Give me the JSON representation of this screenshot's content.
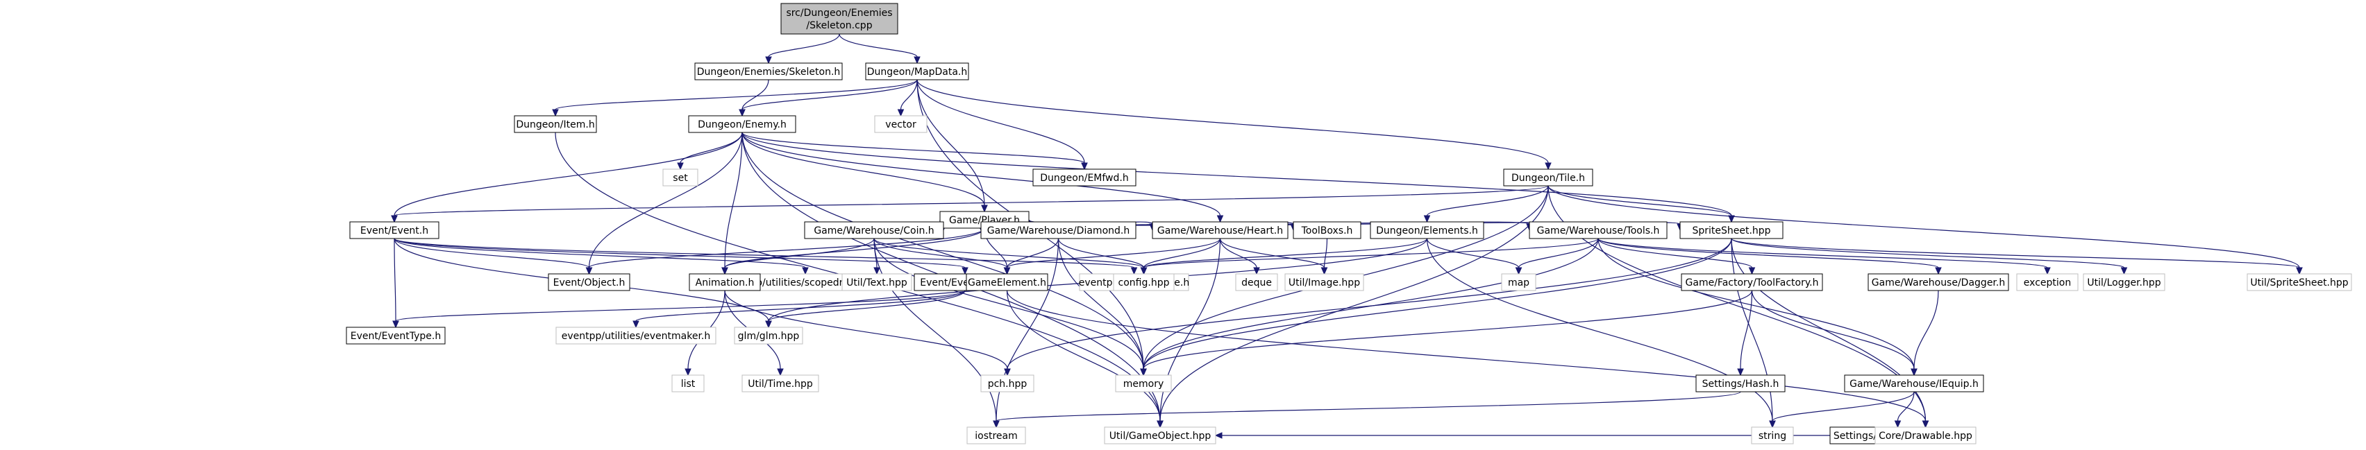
{
  "diagram": {
    "nodes": [
      {
        "id": "skeleton_cpp",
        "lines": [
          "src/Dungeon/Enemies",
          "/Skeleton.cpp"
        ],
        "style": "root"
      },
      {
        "id": "skeleton_h",
        "lines": [
          "Dungeon/Enemies/Skeleton.h"
        ],
        "style": "doc"
      },
      {
        "id": "mapdata_h",
        "lines": [
          "Dungeon/MapData.h"
        ],
        "style": "doc"
      },
      {
        "id": "item_h",
        "lines": [
          "Dungeon/Item.h"
        ],
        "style": "doc"
      },
      {
        "id": "enemy_h",
        "lines": [
          "Dungeon/Enemy.h"
        ],
        "style": "doc"
      },
      {
        "id": "vector",
        "lines": [
          "vector"
        ],
        "style": "ext"
      },
      {
        "id": "set",
        "lines": [
          "set"
        ],
        "style": "ext"
      },
      {
        "id": "emfwd_h",
        "lines": [
          "Dungeon/EMfwd.h"
        ],
        "style": "doc"
      },
      {
        "id": "tile_h",
        "lines": [
          "Dungeon/Tile.h"
        ],
        "style": "doc"
      },
      {
        "id": "player_h",
        "lines": [
          "Game/Player.h"
        ],
        "style": "doc"
      },
      {
        "id": "event_h",
        "lines": [
          "Event/Event.h"
        ],
        "style": "doc"
      },
      {
        "id": "coin_h",
        "lines": [
          "Game/Warehouse/Coin.h"
        ],
        "style": "doc"
      },
      {
        "id": "diamond_h",
        "lines": [
          "Game/Warehouse/Diamond.h"
        ],
        "style": "doc"
      },
      {
        "id": "heart_h",
        "lines": [
          "Game/Warehouse/Heart.h"
        ],
        "style": "doc"
      },
      {
        "id": "toolboxs_h",
        "lines": [
          "ToolBoxs.h"
        ],
        "style": "doc"
      },
      {
        "id": "elements_h",
        "lines": [
          "Dungeon/Elements.h"
        ],
        "style": "doc"
      },
      {
        "id": "tools_h",
        "lines": [
          "Game/Warehouse/Tools.h"
        ],
        "style": "doc"
      },
      {
        "id": "spritesheet_hpp",
        "lines": [
          "SpriteSheet.hpp"
        ],
        "style": "doc"
      },
      {
        "id": "scopedremover",
        "lines": [
          "eventpp/utilities/scopedremover.h"
        ],
        "style": "ext"
      },
      {
        "id": "eventargs_h",
        "lines": [
          "Event/EventArgs.h"
        ],
        "style": "doc"
      },
      {
        "id": "eventqueue",
        "lines": [
          "eventpp/eventqueue.h"
        ],
        "style": "ext"
      },
      {
        "id": "object_h",
        "lines": [
          "Event/Object.h"
        ],
        "style": "doc"
      },
      {
        "id": "animation_h",
        "lines": [
          "Animation.h"
        ],
        "style": "doc"
      },
      {
        "id": "util_text",
        "lines": [
          "Util/Text.hpp"
        ],
        "style": "ext"
      },
      {
        "id": "gameelement_h",
        "lines": [
          "GameElement.h"
        ],
        "style": "doc"
      },
      {
        "id": "config_hpp",
        "lines": [
          "config.hpp"
        ],
        "style": "ext"
      },
      {
        "id": "deque",
        "lines": [
          "deque"
        ],
        "style": "ext"
      },
      {
        "id": "util_image",
        "lines": [
          "Util/Image.hpp"
        ],
        "style": "ext"
      },
      {
        "id": "map",
        "lines": [
          "map"
        ],
        "style": "ext"
      },
      {
        "id": "toolfactory_h",
        "lines": [
          "Game/Factory/ToolFactory.h"
        ],
        "style": "doc"
      },
      {
        "id": "dagger_h",
        "lines": [
          "Game/Warehouse/Dagger.h"
        ],
        "style": "doc"
      },
      {
        "id": "exception",
        "lines": [
          "exception"
        ],
        "style": "ext"
      },
      {
        "id": "util_logger",
        "lines": [
          "Util/Logger.hpp"
        ],
        "style": "ext"
      },
      {
        "id": "util_spritesheet",
        "lines": [
          "Util/SpriteSheet.hpp"
        ],
        "style": "ext"
      },
      {
        "id": "eventtype_h",
        "lines": [
          "Event/EventType.h"
        ],
        "style": "doc"
      },
      {
        "id": "eventmaker",
        "lines": [
          "eventpp/utilities/eventmaker.h"
        ],
        "style": "ext"
      },
      {
        "id": "glm_hpp",
        "lines": [
          "glm/glm.hpp"
        ],
        "style": "ext"
      },
      {
        "id": "list",
        "lines": [
          "list"
        ],
        "style": "ext"
      },
      {
        "id": "util_time",
        "lines": [
          "Util/Time.hpp"
        ],
        "style": "ext"
      },
      {
        "id": "pch_hpp",
        "lines": [
          "pch.hpp"
        ],
        "style": "ext"
      },
      {
        "id": "memory",
        "lines": [
          "memory"
        ],
        "style": "ext"
      },
      {
        "id": "hash_h",
        "lines": [
          "Settings/Hash.h"
        ],
        "style": "doc"
      },
      {
        "id": "iequip_h",
        "lines": [
          "Game/Warehouse/IEquip.h"
        ],
        "style": "doc"
      },
      {
        "id": "iostream",
        "lines": [
          "iostream"
        ],
        "style": "ext"
      },
      {
        "id": "string",
        "lines": [
          "string"
        ],
        "style": "ext"
      },
      {
        "id": "ugameelement_h",
        "lines": [
          "Settings/UGameElement.h"
        ],
        "style": "doc"
      },
      {
        "id": "util_gameobject",
        "lines": [
          "Util/GameObject.hpp"
        ],
        "style": "ext"
      },
      {
        "id": "core_drawable",
        "lines": [
          "Core/Drawable.hpp"
        ],
        "style": "ext"
      }
    ],
    "edges": [
      [
        "skeleton_cpp",
        "skeleton_h"
      ],
      [
        "skeleton_cpp",
        "mapdata_h"
      ],
      [
        "skeleton_h",
        "enemy_h"
      ],
      [
        "mapdata_h",
        "item_h"
      ],
      [
        "mapdata_h",
        "enemy_h"
      ],
      [
        "mapdata_h",
        "vector"
      ],
      [
        "mapdata_h",
        "player_h"
      ],
      [
        "mapdata_h",
        "emfwd_h"
      ],
      [
        "mapdata_h",
        "tile_h"
      ],
      [
        "mapdata_h",
        "memory"
      ],
      [
        "item_h",
        "util_gameobject"
      ],
      [
        "enemy_h",
        "set"
      ],
      [
        "enemy_h",
        "emfwd_h"
      ],
      [
        "enemy_h",
        "player_h"
      ],
      [
        "enemy_h",
        "event_h"
      ],
      [
        "enemy_h",
        "object_h"
      ],
      [
        "enemy_h",
        "animation_h"
      ],
      [
        "enemy_h",
        "memory"
      ],
      [
        "enemy_h",
        "util_gameobject"
      ],
      [
        "enemy_h",
        "spritesheet_hpp"
      ],
      [
        "enemy_h",
        "heart_h"
      ],
      [
        "tile_h",
        "event_h"
      ],
      [
        "tile_h",
        "elements_h"
      ],
      [
        "tile_h",
        "spritesheet_hpp"
      ],
      [
        "tile_h",
        "memory"
      ],
      [
        "tile_h",
        "util_gameobject"
      ],
      [
        "tile_h",
        "util_spritesheet"
      ],
      [
        "tile_h",
        "core_drawable"
      ],
      [
        "player_h",
        "coin_h"
      ],
      [
        "player_h",
        "diamond_h"
      ],
      [
        "player_h",
        "heart_h"
      ],
      [
        "player_h",
        "toolboxs_h"
      ],
      [
        "player_h",
        "tools_h"
      ],
      [
        "player_h",
        "object_h"
      ],
      [
        "player_h",
        "animation_h"
      ],
      [
        "player_h",
        "gameelement_h"
      ],
      [
        "player_h",
        "spritesheet_hpp"
      ],
      [
        "event_h",
        "scopedremover"
      ],
      [
        "event_h",
        "eventargs_h"
      ],
      [
        "event_h",
        "eventqueue"
      ],
      [
        "event_h",
        "object_h"
      ],
      [
        "event_h",
        "eventtype_h"
      ],
      [
        "event_h",
        "glm_hpp"
      ],
      [
        "eventargs_h",
        "eventtype_h"
      ],
      [
        "eventargs_h",
        "eventmaker"
      ],
      [
        "eventargs_h",
        "glm_hpp"
      ],
      [
        "coin_h",
        "animation_h"
      ],
      [
        "coin_h",
        "util_text"
      ],
      [
        "coin_h",
        "gameelement_h"
      ],
      [
        "coin_h",
        "config_hpp"
      ],
      [
        "coin_h",
        "iostream"
      ],
      [
        "coin_h",
        "memory"
      ],
      [
        "diamond_h",
        "gameelement_h"
      ],
      [
        "diamond_h",
        "config_hpp"
      ],
      [
        "diamond_h",
        "iostream"
      ],
      [
        "diamond_h",
        "memory"
      ],
      [
        "heart_h",
        "gameelement_h"
      ],
      [
        "heart_h",
        "config_hpp"
      ],
      [
        "heart_h",
        "deque"
      ],
      [
        "heart_h",
        "util_image"
      ],
      [
        "heart_h",
        "util_gameobject"
      ],
      [
        "toolboxs_h",
        "util_image"
      ],
      [
        "elements_h",
        "config_hpp"
      ],
      [
        "elements_h",
        "map"
      ],
      [
        "elements_h",
        "glm_hpp"
      ],
      [
        "elements_h",
        "string"
      ],
      [
        "tools_h",
        "config_hpp"
      ],
      [
        "tools_h",
        "map"
      ],
      [
        "tools_h",
        "memory"
      ],
      [
        "tools_h",
        "toolfactory_h"
      ],
      [
        "tools_h",
        "dagger_h"
      ],
      [
        "tools_h",
        "iequip_h"
      ],
      [
        "tools_h",
        "exception"
      ],
      [
        "spritesheet_hpp",
        "util_logger"
      ],
      [
        "spritesheet_hpp",
        "util_spritesheet"
      ],
      [
        "spritesheet_hpp",
        "memory"
      ],
      [
        "spritesheet_hpp",
        "pch_hpp"
      ],
      [
        "spritesheet_hpp",
        "core_drawable"
      ],
      [
        "spritesheet_hpp",
        "string"
      ],
      [
        "animation_h",
        "list"
      ],
      [
        "animation_h",
        "util_time"
      ],
      [
        "animation_h",
        "pch_hpp"
      ],
      [
        "gameelement_h",
        "util_gameobject"
      ],
      [
        "gameelement_h",
        "core_drawable"
      ],
      [
        "toolfactory_h",
        "memory"
      ],
      [
        "toolfactory_h",
        "hash_h"
      ],
      [
        "toolfactory_h",
        "iequip_h"
      ],
      [
        "dagger_h",
        "iequip_h"
      ],
      [
        "hash_h",
        "iostream"
      ],
      [
        "iequip_h",
        "string"
      ],
      [
        "iequip_h",
        "ugameelement_h"
      ],
      [
        "ugameelement_h",
        "util_gameobject"
      ],
      [
        "ugameelement_h",
        "core_drawable"
      ]
    ],
    "colors": {
      "root_fill": "#bfbfbf",
      "doc_fill": "#ffffff",
      "doc_stroke": "#000000",
      "ext_stroke": "#bfbfbf",
      "ext_text": "#000000",
      "edge": "#191970"
    }
  }
}
